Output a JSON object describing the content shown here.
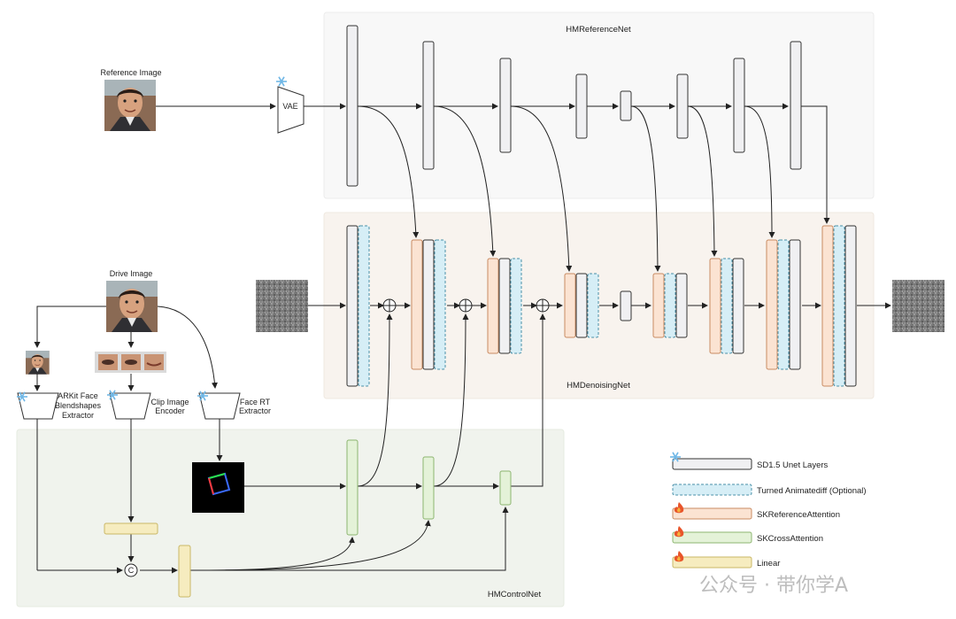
{
  "panels": {
    "reference": "HMReferenceNet",
    "denoising": "HMDenoisingNet",
    "control": "HMControlNet"
  },
  "inputs": {
    "reference_image": "Reference Image",
    "drive_image": "Drive Image"
  },
  "modules": {
    "vae": "VAE",
    "arkit_line1": "ARKit Face",
    "arkit_line2": "Blendshapes",
    "arkit_line3": "Extractor",
    "clip_line1": "Clip Image",
    "clip_line2": "Encoder",
    "facert_line1": "Face RT",
    "facert_line2": "Extractor",
    "concat": "C"
  },
  "legend": [
    {
      "label": "SD1.5 Unet Layers",
      "color": "#f0f0f2",
      "style": "solid",
      "icon": "snowflake-icon"
    },
    {
      "label": "Turned Animatediff (Optional)",
      "color": "#d6eef6",
      "style": "dashed",
      "icon": ""
    },
    {
      "label": "SKReferenceAttention",
      "color": "#fbe3d2",
      "style": "solid",
      "icon": "fire-icon"
    },
    {
      "label": "SKCrossAttention",
      "color": "#e4f2d8",
      "style": "solid",
      "icon": "fire-icon"
    },
    {
      "label": "Linear",
      "color": "#f6ecbf",
      "style": "solid",
      "icon": "fire-icon"
    }
  ],
  "watermark": "公众号 · 带你学A"
}
